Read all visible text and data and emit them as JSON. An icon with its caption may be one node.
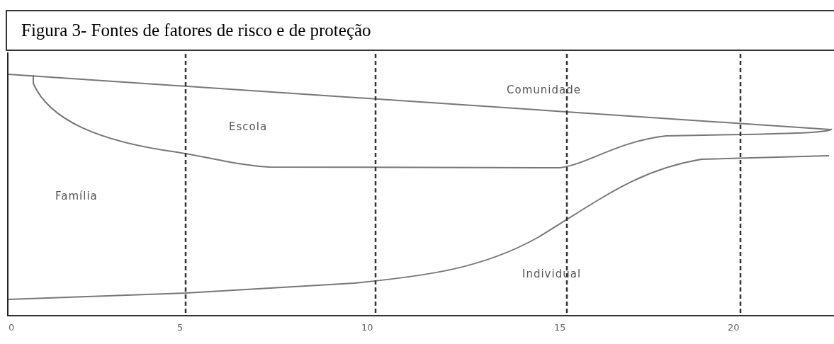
{
  "diagram": {
    "title": "Figura 3- Fontes de fatores de risco e de proteção",
    "labels": [
      "Comunidade",
      "Escola",
      "Família",
      "Individual",
      "0",
      "5",
      "10",
      "15",
      "20"
    ]
  }
}
